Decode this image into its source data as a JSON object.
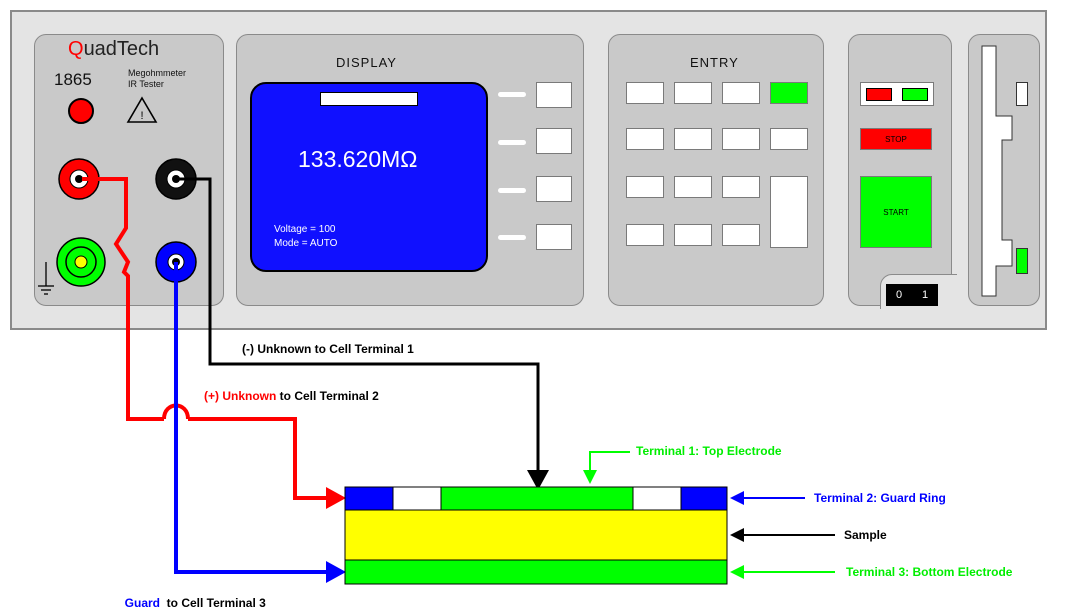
{
  "instrument": {
    "brand_initial": "Q",
    "brand_rest": "uadTech",
    "model": "1865",
    "description_line1": "Megohmmeter",
    "description_line2": "IR Tester",
    "warning_symbol": "!"
  },
  "display": {
    "title": "DISPLAY",
    "reading": "133.620MΩ",
    "voltage": "Voltage = 100",
    "mode": "Mode = AUTO"
  },
  "entry": {
    "title": "ENTRY"
  },
  "control": {
    "stop_label": "STOP",
    "start_label": "START",
    "power_off": "0",
    "power_on": "1"
  },
  "connections": {
    "minus_label": "(-) Unknown to Cell Terminal 1",
    "plus_prefix": "(+) Unknown",
    "plus_suffix": " to Cell Terminal 2",
    "guard_prefix": "Guard",
    "guard_suffix": "  to Cell Terminal 3"
  },
  "cell": {
    "terminal1": "Terminal 1: Top Electrode",
    "terminal2": "Terminal 2: Guard Ring",
    "sample": "Sample",
    "terminal3": "Terminal 3: Bottom Electrode"
  },
  "colors": {
    "red": "#ff0000",
    "green": "#00ff00",
    "blue": "#0000ff",
    "yellow": "#ffff00",
    "screen": "#1010ff",
    "panel": "#c9c9c9"
  }
}
